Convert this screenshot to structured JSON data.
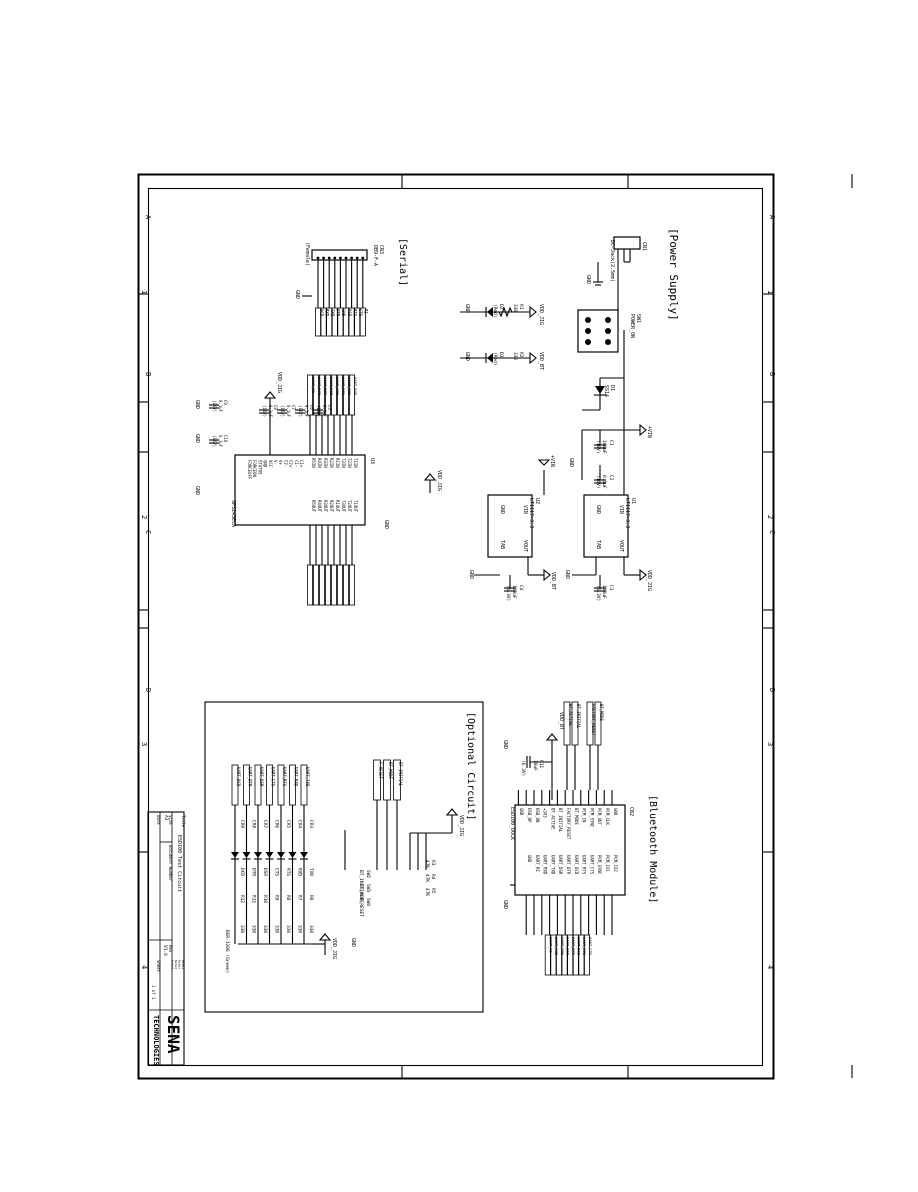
{
  "frame": {
    "column_letters": [
      "A",
      "B",
      "C",
      "D"
    ],
    "row_numbers": [
      "1",
      "2",
      "3",
      "4"
    ]
  },
  "sections": {
    "power_supply": "[Power Supply]",
    "serial": "[Serial]",
    "bluetooth_module": "[Bluetooth Module]",
    "optional_circuit": "[Optional Circuit]"
  },
  "power_supply": {
    "connector": {
      "ref": "CN1",
      "part": "DC-Jack(2.5mm)",
      "pins": [
        "1",
        "2",
        "3"
      ]
    },
    "switch": {
      "ref": "SW1",
      "part": "POWER_ON"
    },
    "diode": {
      "ref": "D1",
      "part": "SS14"
    },
    "vin": "+VIN",
    "gnd": "GND",
    "caps": [
      {
        "ref": "C1",
        "value": "100uF",
        "rating": "(16V)"
      },
      {
        "ref": "C2",
        "value": "0.1uF",
        "rating": "(16V)"
      },
      {
        "ref": "C3",
        "value": "100uF",
        "rating": "(6.3V)"
      },
      {
        "ref": "C4",
        "value": "100uF",
        "rating": "(6.3V)"
      }
    ],
    "regulators": [
      {
        "ref": "U1",
        "part": "LT1117-3.3",
        "pins": [
          "VIN",
          "VOUT",
          "GND",
          "TAB"
        ]
      },
      {
        "ref": "U2",
        "part": "LT1117-3.3",
        "pins": [
          "VIN",
          "VOUT",
          "GND",
          "TAB"
        ]
      }
    ],
    "rails": [
      "VDD_JIG",
      "VDD_BT"
    ],
    "leds": [
      {
        "ref": "R1",
        "value": "330",
        "led": "D2",
        "color": "(Red)",
        "rail": "VDD_JIG"
      },
      {
        "ref": "R2",
        "value": "330",
        "led": "D3",
        "color": "(Red)",
        "rail": "VDD_BT"
      }
    ]
  },
  "serial": {
    "connector": {
      "ref": "CN3",
      "part": "DB9-F-A",
      "note": "(Female)"
    },
    "pins": [
      "DCD",
      "RXD",
      "TXD",
      "DTR",
      "GND",
      "DSR",
      "RTS",
      "CTS",
      "RI"
    ],
    "gnd": "GND"
  },
  "transceiver": {
    "ref": "U3",
    "part": "SP3243ECA",
    "left_pins": [
      "T1IN",
      "T2IN",
      "T3IN",
      "R1IN",
      "R2IN",
      "R3IN",
      "R4IN",
      "R5IN"
    ],
    "right_pins": [
      "T1OUT",
      "T2OUT",
      "T3OUT",
      "R1OUT",
      "R2OUT",
      "R3OUT",
      "R4OUT",
      "R5OUT"
    ],
    "misc_pins": [
      "C1+",
      "C1-",
      "C2+",
      "C2-",
      "V+",
      "V-",
      "VCC",
      "GND",
      "STATUS",
      "FORCEON",
      "FORCEOFF"
    ],
    "uart_nets": [
      "UART_RXD",
      "UART_TXD",
      "UART_RTS",
      "UART_CTS",
      "UART_DSR",
      "UART_DTR",
      "UART_DCD",
      "UART_RI"
    ],
    "caps": [
      {
        "ref": "C5",
        "value": "0.1uF",
        "rating": "(16V)"
      },
      {
        "ref": "C6",
        "value": "0.1uF",
        "rating": "(16V)"
      },
      {
        "ref": "C7",
        "value": "0.1uF",
        "rating": "(16V)"
      },
      {
        "ref": "C8",
        "value": "0.1uF",
        "rating": "(16V)"
      },
      {
        "ref": "C9",
        "value": "0.1uF",
        "rating": "(16V)"
      },
      {
        "ref": "C10",
        "value": "0.1uF",
        "rating": "(16V)"
      }
    ],
    "vdd": "VDD_JIG",
    "gnd": "GND"
  },
  "bluetooth": {
    "ref": "CN2",
    "part": "ESD100_DOCK",
    "left_pins": [
      "GND",
      "PCM_CLK",
      "PCM_OUT",
      "PCM_SYNC",
      "PCM_IN",
      "BT_MODE",
      "FACTORY_RESET",
      "BT_INITIAL",
      "BT_ACTIVE",
      "+3V3",
      "USB_DN",
      "USB_DP",
      "GND"
    ],
    "right_pins": [
      "PCM_IO2",
      "PCM_IO1",
      "PCM_SYNC",
      "UART_CTS",
      "UART_RTS",
      "UART_DCD",
      "UART_DTR",
      "UART_DSR",
      "UART_TXD",
      "UART_RXD",
      "UART_RI",
      "GND"
    ],
    "nets_top": [
      "BT_MODE",
      "FACTORY_RESET",
      "BT_INITIAL",
      "BT_ACTIVE"
    ],
    "nets_bottom": [
      "UART_CTS",
      "UART_RTS",
      "UART_DCD",
      "UART_DTR",
      "UART_DSR",
      "UART_TXD",
      "UART_RXD",
      "UART_RI"
    ],
    "cap": {
      "ref": "C11",
      "value": "10uF",
      "rating": "(6.3V)"
    },
    "vdd": "VDD_BT",
    "gnd": "GND"
  },
  "optional": {
    "vdd": "VDD_JIG",
    "gnd": "GND",
    "resistors": [
      {
        "ref": "R3",
        "value": "47K"
      },
      {
        "ref": "R4",
        "value": "47K"
      },
      {
        "ref": "R5",
        "value": "47K"
      }
    ],
    "switches": [
      {
        "ref": "SW2",
        "label": "BT_INITIAL",
        "net": "BT_INITIAL"
      },
      {
        "ref": "SW3",
        "label": "BT_MODE",
        "net": "BT_MODE"
      },
      {
        "ref": "SW4",
        "label": "F_RESET",
        "net": "F_RESET"
      }
    ],
    "leds": [
      {
        "ref": "CR3",
        "signal": "TXD",
        "r": "R6",
        "rv": "330",
        "net": "UART_TXD"
      },
      {
        "ref": "CR4",
        "signal": "RXD",
        "r": "R7",
        "rv": "330",
        "net": "UART_RXD"
      },
      {
        "ref": "CR5",
        "signal": "RTS",
        "r": "R8",
        "rv": "330",
        "net": "UART_RTS"
      },
      {
        "ref": "CR6",
        "signal": "CTS",
        "r": "R9",
        "rv": "330",
        "net": "UART_CTS"
      },
      {
        "ref": "CR7",
        "signal": "DSR",
        "r": "R10",
        "rv": "330",
        "net": "UART_DSR"
      },
      {
        "ref": "CR8",
        "signal": "DTR",
        "r": "R11",
        "rv": "330",
        "net": "UART_DTR"
      },
      {
        "ref": "CR9",
        "signal": "DCD",
        "r": "R12",
        "rv": "330",
        "net": "UART_DCD"
      }
    ],
    "led_part": "BGR-1206 (Green)"
  },
  "title_block": {
    "title_label": "Title",
    "title": "ESD100 Test Circuit",
    "size_label": "Size",
    "size": "A3",
    "doc_label": "Document Number",
    "rev_label": "Rev",
    "rev": "V1.0",
    "date_label": "Date",
    "sheet_label": "Sheet",
    "sheet": "1 of 1",
    "notes": [
      "Note1",
      "Note2",
      "Note3",
      "Note4"
    ],
    "company_line1": "SENA",
    "company_line2": "TECHNOLOGIES",
    "accent": "#d00000"
  }
}
